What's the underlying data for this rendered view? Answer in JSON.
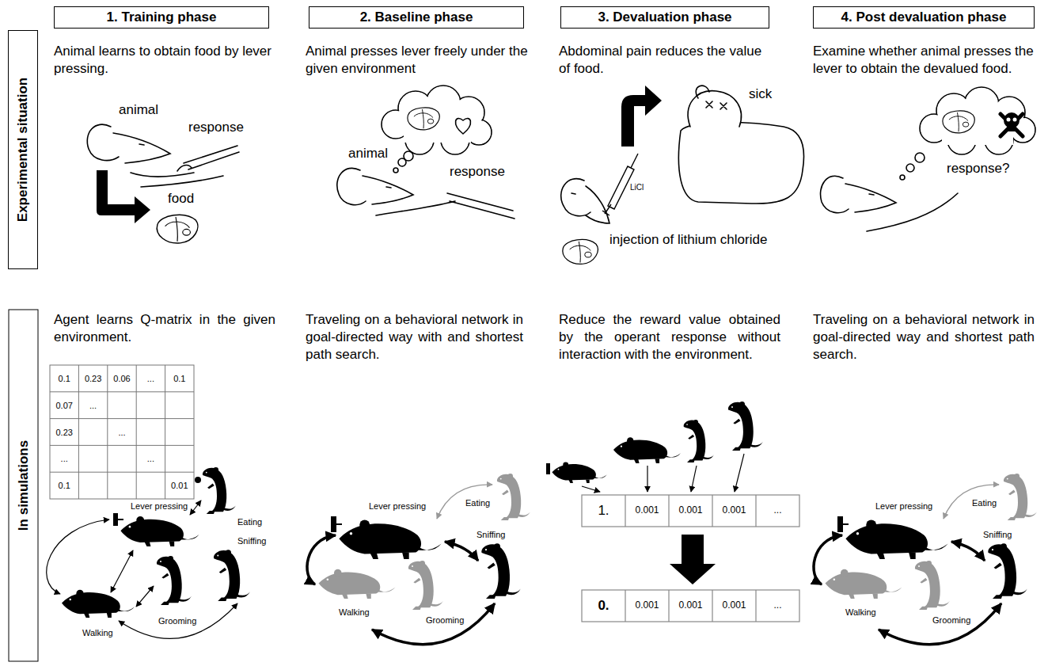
{
  "diagram": {
    "nodes": [
      {
        "text": [
          "1. Training phase"
        ]
      },
      {
        "text": [
          "2. Baseline phase"
        ]
      },
      {
        "text": [
          "3. Devaluation phase"
        ]
      },
      {
        "text": [
          "4. Post devaluation phase"
        ]
      },
      {
        "text": [
          "Experimental situation"
        ]
      },
      {
        "text": [
          "In simulations"
        ]
      }
    ],
    "labels": [
      "Animal learns to obtain food by lever pressing.",
      "animal",
      "response",
      "food",
      "Animal presses lever freely under the given environment",
      "animal",
      "response",
      "Abdominal pain reduces the value of food.",
      "sick",
      "LiCl",
      "injection of lithium chloride",
      "Examine whether animal presses the lever to obtain the devalued food.",
      "response?",
      "Agent learns Q-matrix in the given environment.",
      "0.1",
      "0.23",
      "0.06",
      "...",
      "0.1",
      "0.07",
      "...",
      "0.23",
      "...",
      "...",
      "...",
      "0.1",
      "0.01",
      "Lever pressing",
      "Eating",
      "Sniffing",
      "Walking",
      "Grooming",
      "Traveling on a behavioral network in goal-directed way with and shortest path search.",
      "Lever pressing",
      "Eating",
      "Sniffing",
      "Walking",
      "Grooming",
      "Reduce the reward value obtained by the operant response without interaction with the environment.",
      "1.",
      "0.001",
      "0.001",
      "0.001",
      "...",
      "0.",
      "0.001",
      "0.001",
      "0.001",
      "...",
      "Traveling on a behavioral network in goal-directed way and shortest path search.",
      "Lever pressing",
      "Eating",
      "Sniffing",
      "Walking",
      "Grooming"
    ]
  }
}
